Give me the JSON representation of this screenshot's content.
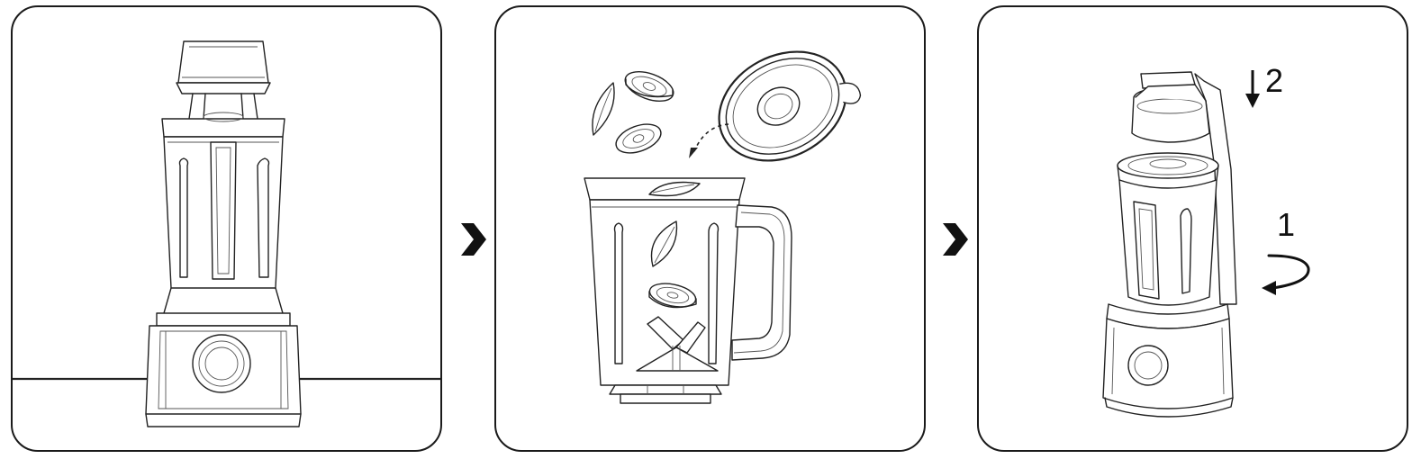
{
  "steps": [
    {
      "name": "assembled-blender",
      "arrow_after": true
    },
    {
      "name": "add-ingredients-to-jar",
      "arrow_after": true
    },
    {
      "name": "lock-jar-and-lower-head",
      "arrow_after": false
    }
  ],
  "step_labels": {
    "rotate": "1",
    "press_down": "2"
  },
  "icons": [
    "chevron-right-icon",
    "chevron-right-icon",
    "arrow-down-icon",
    "rotate-arrow-icon",
    "curved-dashed-arrow-icon"
  ],
  "colors": {
    "line": "#222222",
    "border": "#1a1a1a",
    "background": "#ffffff"
  }
}
